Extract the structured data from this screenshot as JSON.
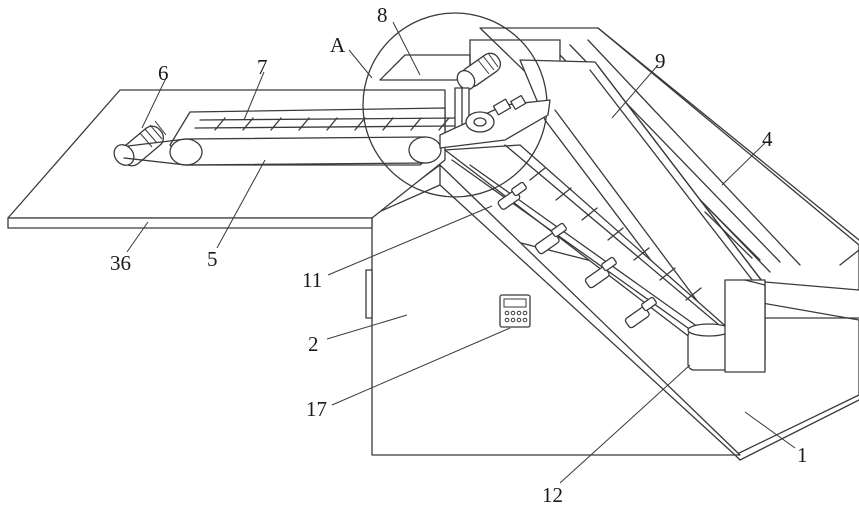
{
  "figure": {
    "labels": [
      {
        "key": "l8",
        "text": "8"
      },
      {
        "key": "lA",
        "text": "A"
      },
      {
        "key": "l6",
        "text": "6"
      },
      {
        "key": "l7",
        "text": "7"
      },
      {
        "key": "l9",
        "text": "9"
      },
      {
        "key": "l4",
        "text": "4"
      },
      {
        "key": "l36",
        "text": "36"
      },
      {
        "key": "l5",
        "text": "5"
      },
      {
        "key": "l11",
        "text": "11"
      },
      {
        "key": "l2",
        "text": "2"
      },
      {
        "key": "l17",
        "text": "17"
      },
      {
        "key": "l1",
        "text": "1"
      },
      {
        "key": "l12",
        "text": "12"
      }
    ]
  }
}
